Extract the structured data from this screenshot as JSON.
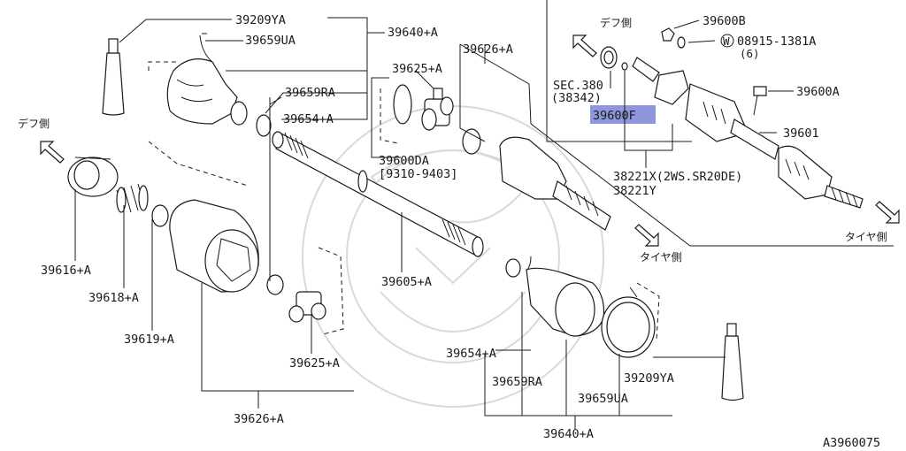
{
  "diagram": {
    "colors": {
      "line": "#1a1a1a",
      "highlight": "#8f97dc",
      "watermark": "#d9d9d9",
      "background": "#ffffff"
    },
    "labels": {
      "p39209ya_top": "39209YA",
      "p39659ua_top": "39659UA",
      "p39640a_top": "39640+A",
      "p39659ra_top": "39659RA",
      "p39654a_top": "39654+A",
      "p39625a_top": "39625+A",
      "p39626a_top": "39626+A",
      "p39600da": "39600DA",
      "p39600da_range": "[9310-9403]",
      "p39616a": "39616+A",
      "p39618a": "39618+A",
      "p39619a": "39619+A",
      "p39605a": "39605+A",
      "p39625a_bottom": "39625+A",
      "p39626a_bottom": "39626+A",
      "p39654a_bottom": "39654+A",
      "p39659ra_bottom": "39659RA",
      "p39209ya_bottom": "39209YA",
      "p39659ua_bottom": "39659UA",
      "p39640a_bottom": "39640+A",
      "p39600b": "39600B",
      "p08915": "08915-1381A",
      "p08915_qty": "(6)",
      "washer_mark": "W",
      "sec380": "SEC.380",
      "sec380_ref": "(38342)",
      "p39600f": "39600F",
      "p39600a": "39600A",
      "p39601": "39601",
      "p38221x": "38221X(2WS.SR20DE)",
      "p38221y": "38221Y",
      "diff_side_left": "デフ側",
      "diff_side_top": "デフ側",
      "tire_side_mid": "タイヤ側",
      "tire_side_right": "タイヤ側",
      "diagram_code": "A3960075"
    }
  }
}
